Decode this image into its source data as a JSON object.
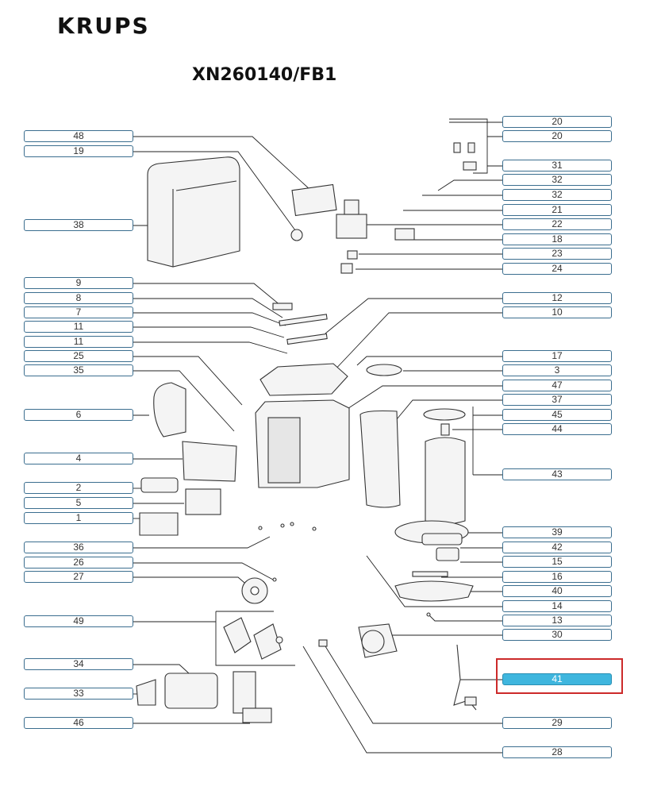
{
  "brand": "KRUPS",
  "model": "XN260140/FB1",
  "labels": {
    "l48": "48",
    "l19": "19",
    "l38": "38",
    "l9": "9",
    "l8": "8",
    "l7": "7",
    "l11a": "11",
    "l11b": "11",
    "l25": "25",
    "l35": "35",
    "l6": "6",
    "l4": "4",
    "l2": "2",
    "l5": "5",
    "l1": "1",
    "l36": "36",
    "l26": "26",
    "l27": "27",
    "l49": "49",
    "l34": "34",
    "l33": "33",
    "l46": "46",
    "r20a": "20",
    "r20b": "20",
    "r31": "31",
    "r32a": "32",
    "r32b": "32",
    "r21": "21",
    "r22": "22",
    "r18": "18",
    "r23": "23",
    "r24": "24",
    "r12": "12",
    "r10": "10",
    "r17": "17",
    "r3": "3",
    "r47": "47",
    "r37": "37",
    "r45": "45",
    "r44": "44",
    "r43": "43",
    "r39": "39",
    "r42": "42",
    "r15": "15",
    "r16": "16",
    "r40": "40",
    "r14": "14",
    "r13": "13",
    "r30": "30",
    "r41": "41",
    "r29": "29",
    "r28": "28"
  },
  "selected_part": "41",
  "colors": {
    "highlight": "#cc2a2a",
    "selected_fill": "#3fb6de",
    "label_border": "#3b6e8f"
  }
}
